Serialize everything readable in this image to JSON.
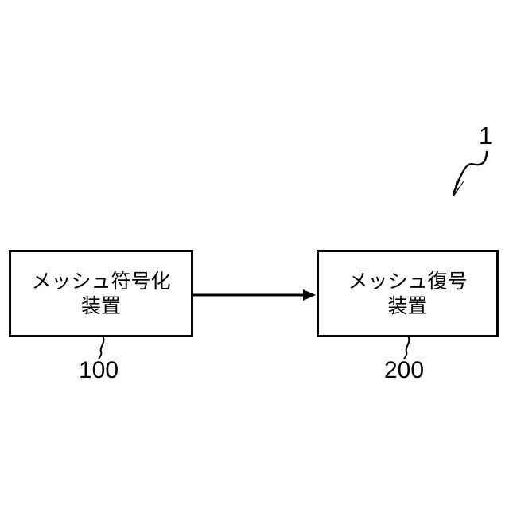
{
  "figure": {
    "background_color": "#ffffff",
    "line_color": "#000000",
    "system_reference_number": "1",
    "nodes": [
      {
        "id": "encoder",
        "title_line_1": "メッシュ符号化",
        "title_line_2": "装置",
        "reference_number": "100"
      },
      {
        "id": "decoder",
        "title_line_1": "メッシュ復号",
        "title_line_2": "装置",
        "reference_number": "200"
      }
    ],
    "connector": {
      "from": "encoder",
      "to": "decoder",
      "style": "solid-arrow",
      "label": ""
    }
  }
}
